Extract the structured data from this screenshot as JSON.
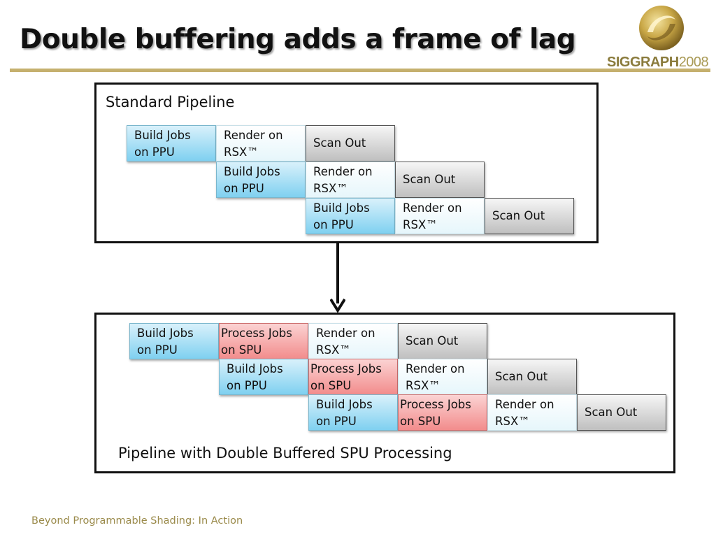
{
  "slide": {
    "title": "Double buffering adds a frame of lag",
    "footer": "Beyond Programmable Shading: In Action"
  },
  "logo": {
    "brand": "SIGGRAPH",
    "year": "2008"
  },
  "labels": {
    "build_1": "Build Jobs",
    "build_2": "on PPU",
    "render_1": "Render on",
    "render_2": "RSX™",
    "process_1": "Process Jobs",
    "process_2": "on SPU",
    "scan": "Scan Out"
  },
  "standard_pipeline": {
    "label": "Standard Pipeline",
    "rows": [
      [
        "Build Jobs on PPU",
        "Render on RSX™",
        "Scan Out"
      ],
      [
        "Build Jobs on PPU",
        "Render on RSX™",
        "Scan Out"
      ],
      [
        "Build Jobs on PPU",
        "Render on RSX™",
        "Scan Out"
      ]
    ]
  },
  "double_buffered_pipeline": {
    "label": "Pipeline with Double Buffered SPU Processing",
    "rows": [
      [
        "Build Jobs on PPU",
        "Process Jobs on SPU",
        "Render on RSX™",
        "Scan Out"
      ],
      [
        "Build Jobs on PPU",
        "Process Jobs on SPU",
        "Render on RSX™",
        "Scan Out"
      ],
      [
        "Build Jobs on PPU",
        "Process Jobs on SPU",
        "Render on RSX™",
        "Scan Out"
      ]
    ]
  },
  "colors": {
    "build": "#7fd0f0",
    "process": "#f28c8c",
    "render": "#e6f6fb",
    "scan": "#bfbfbf",
    "accent_rule": "#c5b06e",
    "footer_text": "#9a8a4a"
  },
  "icons": {
    "logo": "siggraph-logo",
    "arrow": "down-arrow"
  }
}
